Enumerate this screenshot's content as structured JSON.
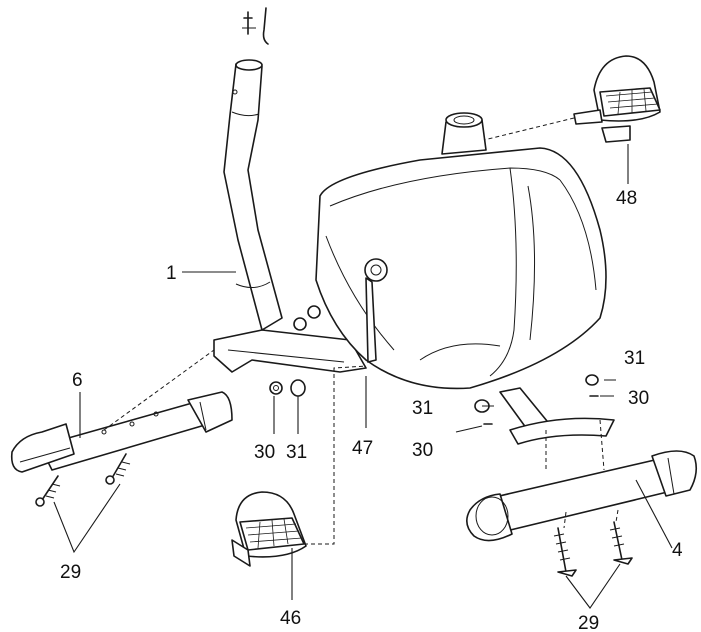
{
  "labels": {
    "handlebar_post": "1",
    "rear_stabilizer": "6",
    "right_pedal": "48",
    "left_pedal": "46",
    "sensor_wire": "47",
    "front_stabilizer": "4",
    "washer_left": "30",
    "nut_left": "31",
    "nut_right_upper": "31",
    "washer_right_upper": "30",
    "nut_right_lower": "31",
    "washer_right_lower": "30",
    "bolts_left": "29",
    "bolts_right": "29"
  }
}
